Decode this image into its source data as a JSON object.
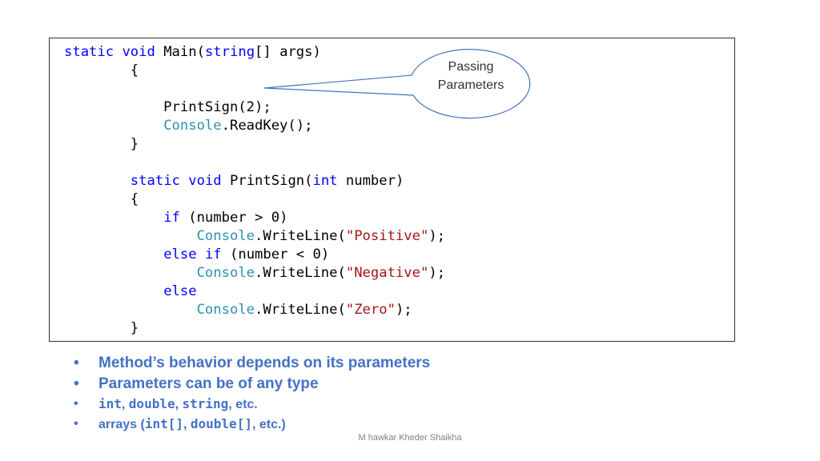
{
  "code": {
    "lines": [
      [
        {
          "t": "static",
          "c": "kw"
        },
        {
          "t": " ",
          "c": "pl"
        },
        {
          "t": "void",
          "c": "kw"
        },
        {
          "t": " Main(",
          "c": "pl"
        },
        {
          "t": "string",
          "c": "kw"
        },
        {
          "t": "[] args)",
          "c": "pl"
        }
      ],
      [
        {
          "t": "        {",
          "c": "pl"
        }
      ],
      [],
      [
        {
          "t": "            PrintSign(2);",
          "c": "pl"
        }
      ],
      [
        {
          "t": "            ",
          "c": "pl"
        },
        {
          "t": "Console",
          "c": "ty"
        },
        {
          "t": ".ReadKey();",
          "c": "pl"
        }
      ],
      [
        {
          "t": "        }",
          "c": "pl"
        }
      ],
      [],
      [
        {
          "t": "        ",
          "c": "pl"
        },
        {
          "t": "static",
          "c": "kw"
        },
        {
          "t": " ",
          "c": "pl"
        },
        {
          "t": "void",
          "c": "kw"
        },
        {
          "t": " PrintSign(",
          "c": "pl"
        },
        {
          "t": "int",
          "c": "kw"
        },
        {
          "t": " number)",
          "c": "pl"
        }
      ],
      [
        {
          "t": "        {",
          "c": "pl"
        }
      ],
      [
        {
          "t": "            ",
          "c": "pl"
        },
        {
          "t": "if",
          "c": "kw"
        },
        {
          "t": " (number > 0)",
          "c": "pl"
        }
      ],
      [
        {
          "t": "                ",
          "c": "pl"
        },
        {
          "t": "Console",
          "c": "ty"
        },
        {
          "t": ".WriteLine(",
          "c": "pl"
        },
        {
          "t": "\"Positive\"",
          "c": "st"
        },
        {
          "t": ");",
          "c": "pl"
        }
      ],
      [
        {
          "t": "            ",
          "c": "pl"
        },
        {
          "t": "else",
          "c": "kw"
        },
        {
          "t": " ",
          "c": "pl"
        },
        {
          "t": "if",
          "c": "kw"
        },
        {
          "t": " (number < 0)",
          "c": "pl"
        }
      ],
      [
        {
          "t": "                ",
          "c": "pl"
        },
        {
          "t": "Console",
          "c": "ty"
        },
        {
          "t": ".WriteLine(",
          "c": "pl"
        },
        {
          "t": "\"Negative\"",
          "c": "st"
        },
        {
          "t": ");",
          "c": "pl"
        }
      ],
      [
        {
          "t": "            ",
          "c": "pl"
        },
        {
          "t": "else",
          "c": "kw"
        }
      ],
      [
        {
          "t": "                ",
          "c": "pl"
        },
        {
          "t": "Console",
          "c": "ty"
        },
        {
          "t": ".WriteLine(",
          "c": "pl"
        },
        {
          "t": "\"Zero\"",
          "c": "st"
        },
        {
          "t": ");",
          "c": "pl"
        }
      ],
      [
        {
          "t": "        }",
          "c": "pl"
        }
      ]
    ]
  },
  "callout": {
    "line1": "Passing",
    "line2": "Parameters"
  },
  "bullets": {
    "b1": "Method’s behavior depends on its parameters",
    "b2": "Parameters can be of any type",
    "b3": {
      "m1": "int",
      "t1": ", ",
      "m2": "double",
      "t2": ", ",
      "m3": "string",
      "t3": ", etc."
    },
    "b4": {
      "t0": "arrays (",
      "m1": "int[]",
      "t1": ", ",
      "m2": "double[]",
      "t2": ", etc.)"
    },
    "marker": "•"
  },
  "footer": "M hawkar Kheder Shaikha",
  "colors": {
    "keyword": "#0000ff",
    "type": "#2b91af",
    "string": "#a31515",
    "bullet_text": "#4472c4",
    "callout_border": "#4472c4",
    "footer_text": "#7f7f7f"
  }
}
